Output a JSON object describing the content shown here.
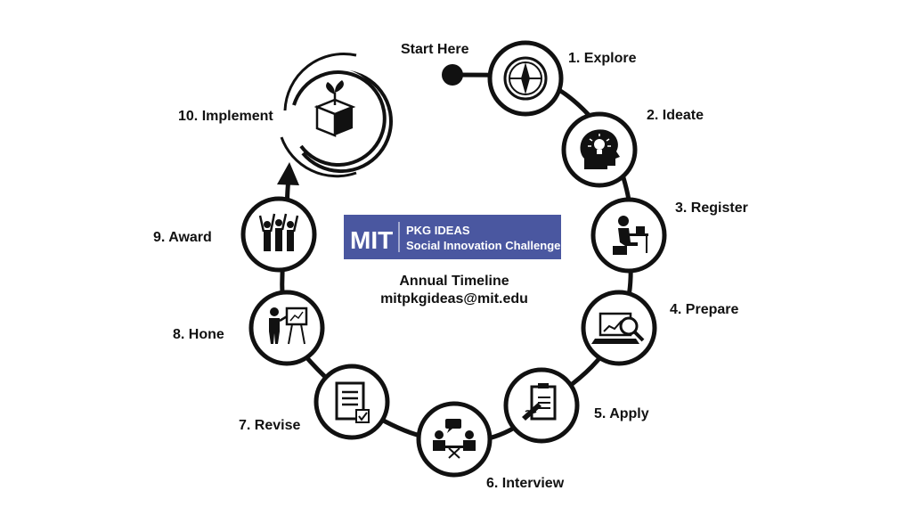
{
  "diagram": {
    "start_label": "Start Here",
    "center": {
      "logo_mark": "MIT",
      "logo_line1": "PKG IDEAS",
      "logo_line2": "Social Innovation Challenge",
      "logo_color": "#4a57a0",
      "heading": "Annual Timeline",
      "email": "mitpkgideas@mit.edu"
    },
    "steps": [
      {
        "label": "1. Explore",
        "icon": "compass-icon"
      },
      {
        "label": "2. Ideate",
        "icon": "head-lightbulb-icon"
      },
      {
        "label": "3. Register",
        "icon": "person-at-desk-icon"
      },
      {
        "label": "4. Prepare",
        "icon": "laptop-magnifier-icon"
      },
      {
        "label": "5. Apply",
        "icon": "clipboard-pen-icon"
      },
      {
        "label": "6. Interview",
        "icon": "two-people-talking-icon"
      },
      {
        "label": "7. Revise",
        "icon": "document-checkbox-icon"
      },
      {
        "label": "8. Hone",
        "icon": "presenter-easel-icon"
      },
      {
        "label": "9. Award",
        "icon": "celebrating-people-icon"
      },
      {
        "label": "10. Implement",
        "icon": "seedling-box-icon"
      }
    ]
  }
}
